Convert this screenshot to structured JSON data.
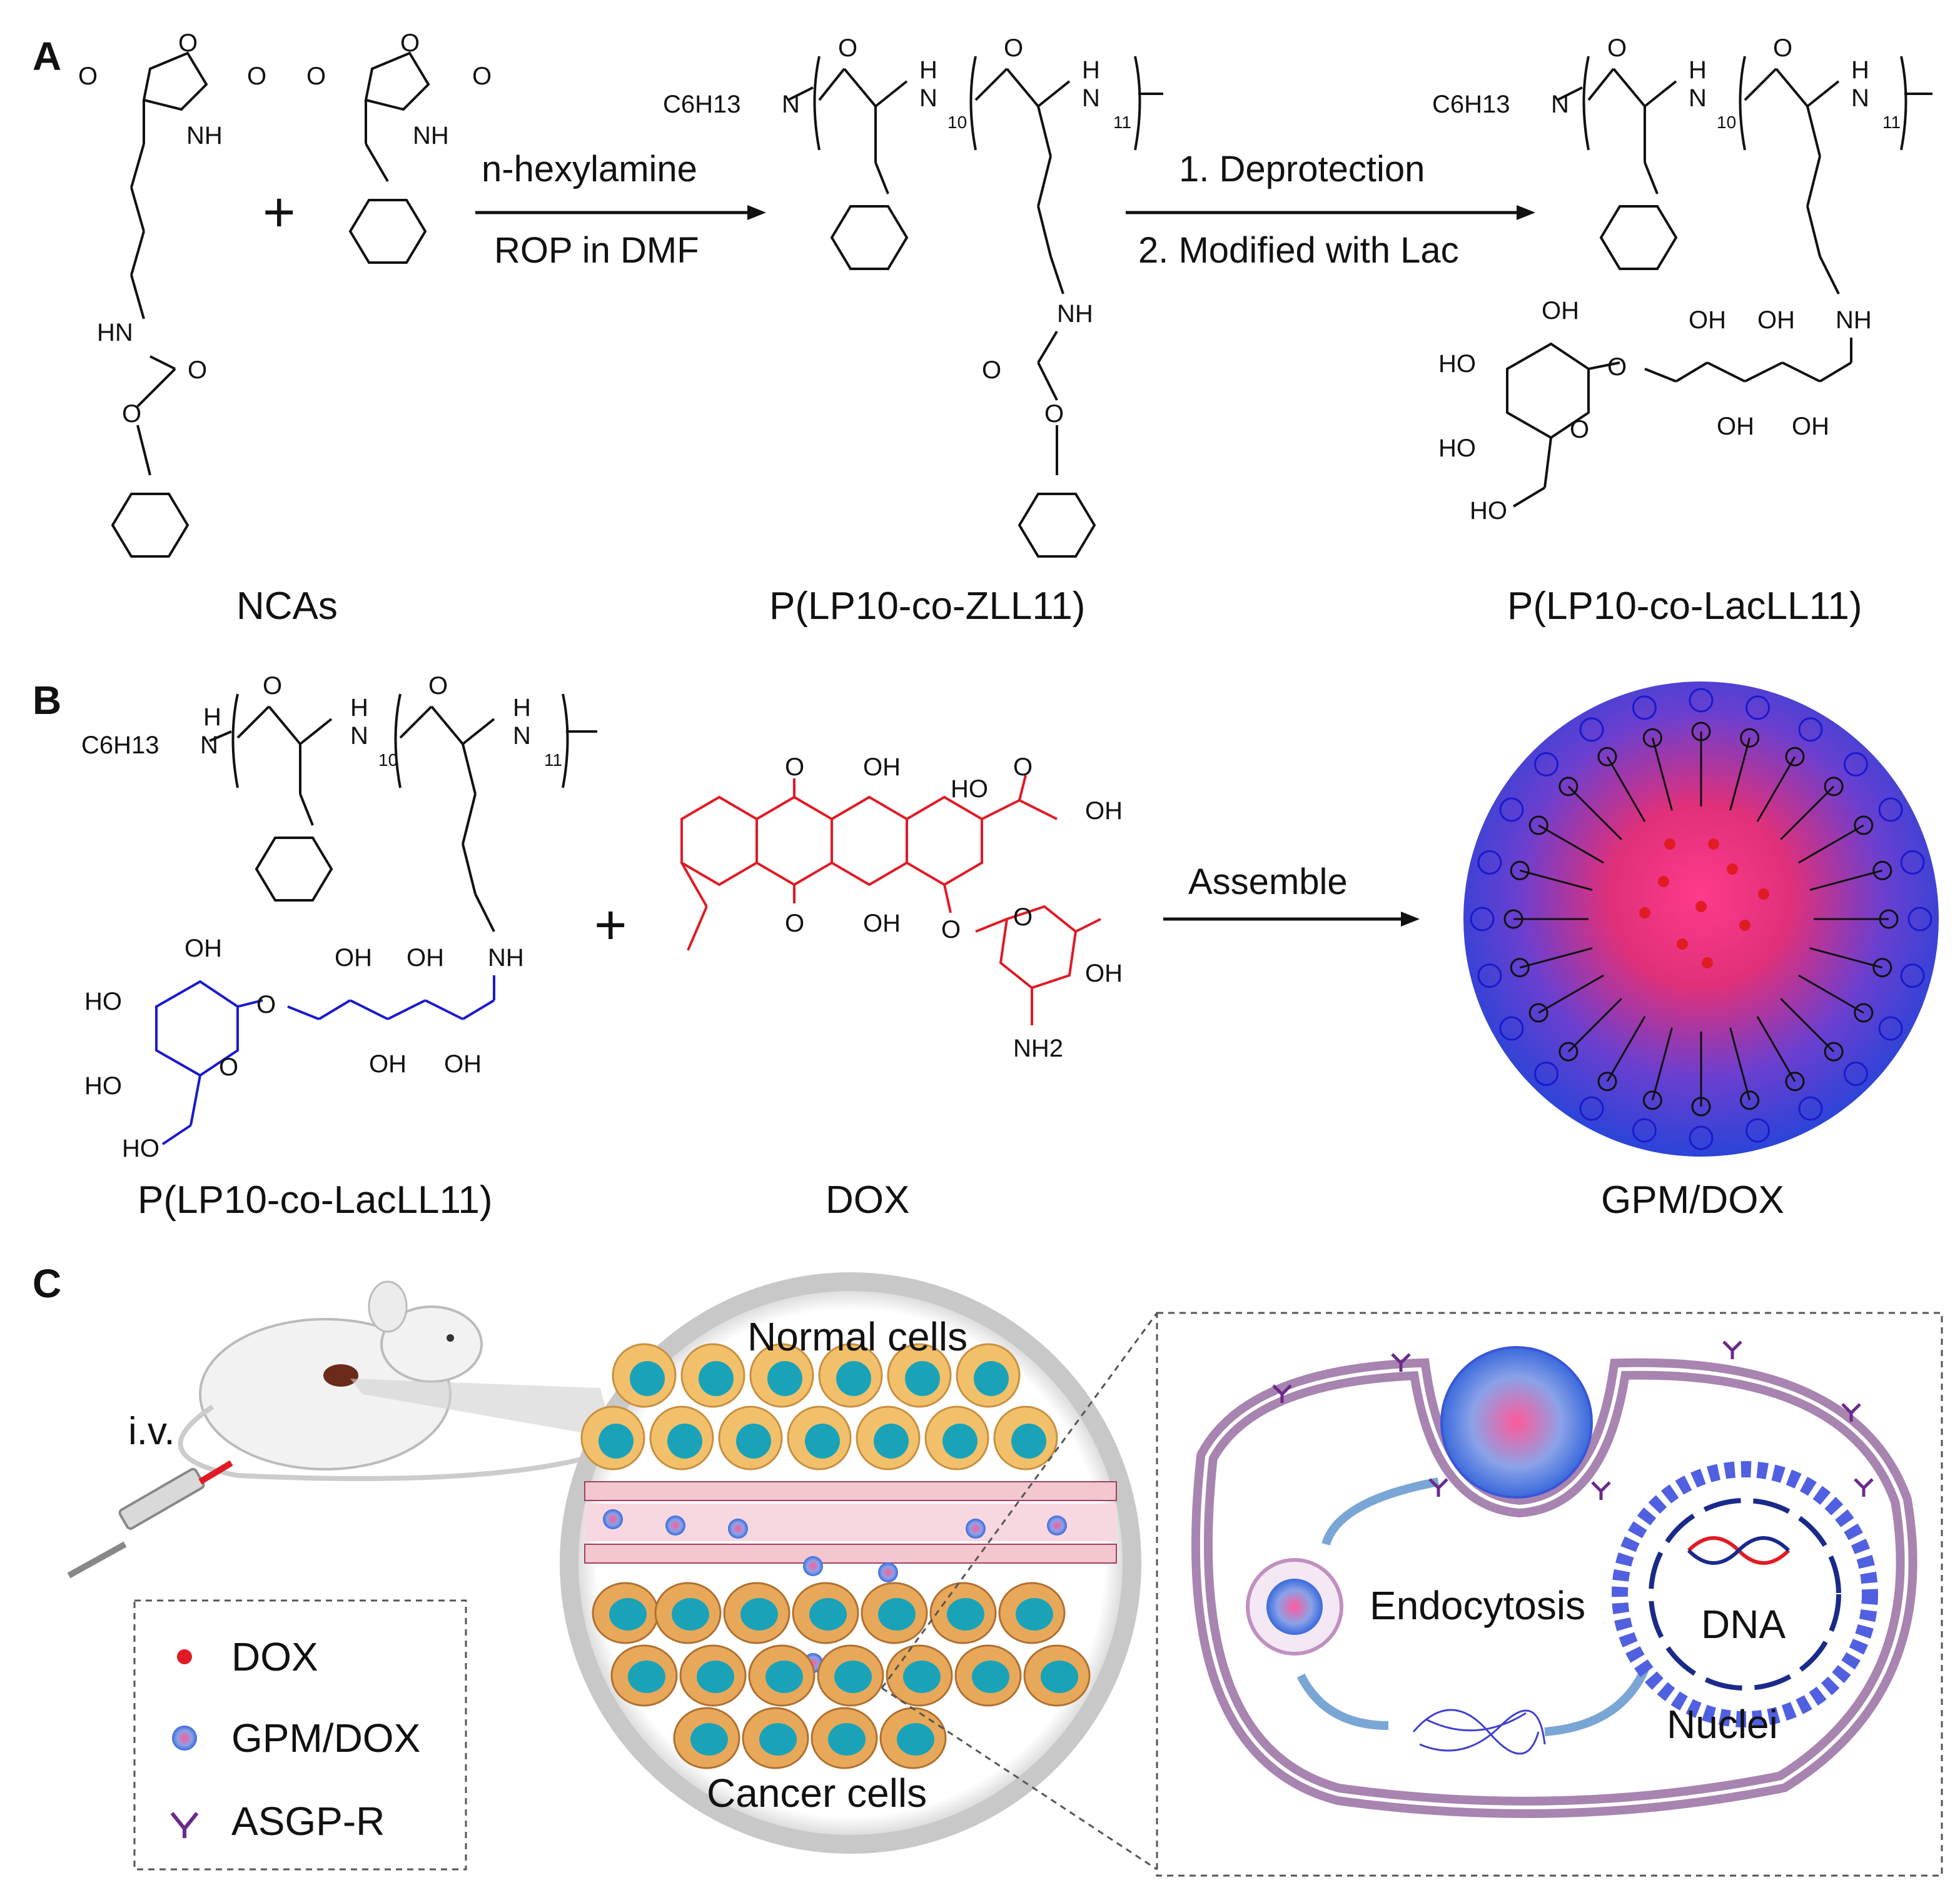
{
  "panel_a": {
    "label": "A",
    "plus": "+",
    "arrow1_top": "n-hexylamine",
    "arrow1_bottom": "ROP in DMF",
    "arrow2_top": "1. Deprotection",
    "arrow2_bottom": "2. Modified with Lac",
    "caption_ncas": "NCAs",
    "caption_zll": "P(LP10-co-ZLL11)",
    "caption_lacll": "P(LP10-co-LacLL11)"
  },
  "panel_b": {
    "label": "B",
    "plus": "+",
    "arrow_label": "Assemble",
    "caption_polymer": "P(LP10-co-LacLL11)",
    "caption_dox": "DOX",
    "caption_gpm": "GPM/DOX"
  },
  "panel_c": {
    "label": "C",
    "iv": "i.v.",
    "normal_cells": "Normal cells",
    "cancer_cells": "Cancer cells",
    "endocytosis": "Endocytosis",
    "dna": "DNA",
    "nuclei": "Nuclei",
    "legend": [
      {
        "label": "DOX",
        "icon": "red-dot-icon"
      },
      {
        "label": "GPM/DOX",
        "icon": "micelle-icon"
      },
      {
        "label": "ASGP-R",
        "icon": "receptor-icon"
      }
    ]
  },
  "chem": {
    "o": "O",
    "nh": "NH",
    "hn": "HN",
    "n": "N",
    "h": "H",
    "oh": "OH",
    "ho": "HO",
    "c6h13": "C6H13",
    "nh2": "NH2",
    "n10": "10",
    "n11": "11"
  },
  "colors": {
    "dox": "#e01b24",
    "lactose": "#1a1acc",
    "membrane": "#a884b0",
    "micelle_blue": "#3a55d8",
    "micelle_pink": "#e0307a",
    "cell_orange": "#f2c06a",
    "nucleus_teal": "#1aa3b8"
  }
}
